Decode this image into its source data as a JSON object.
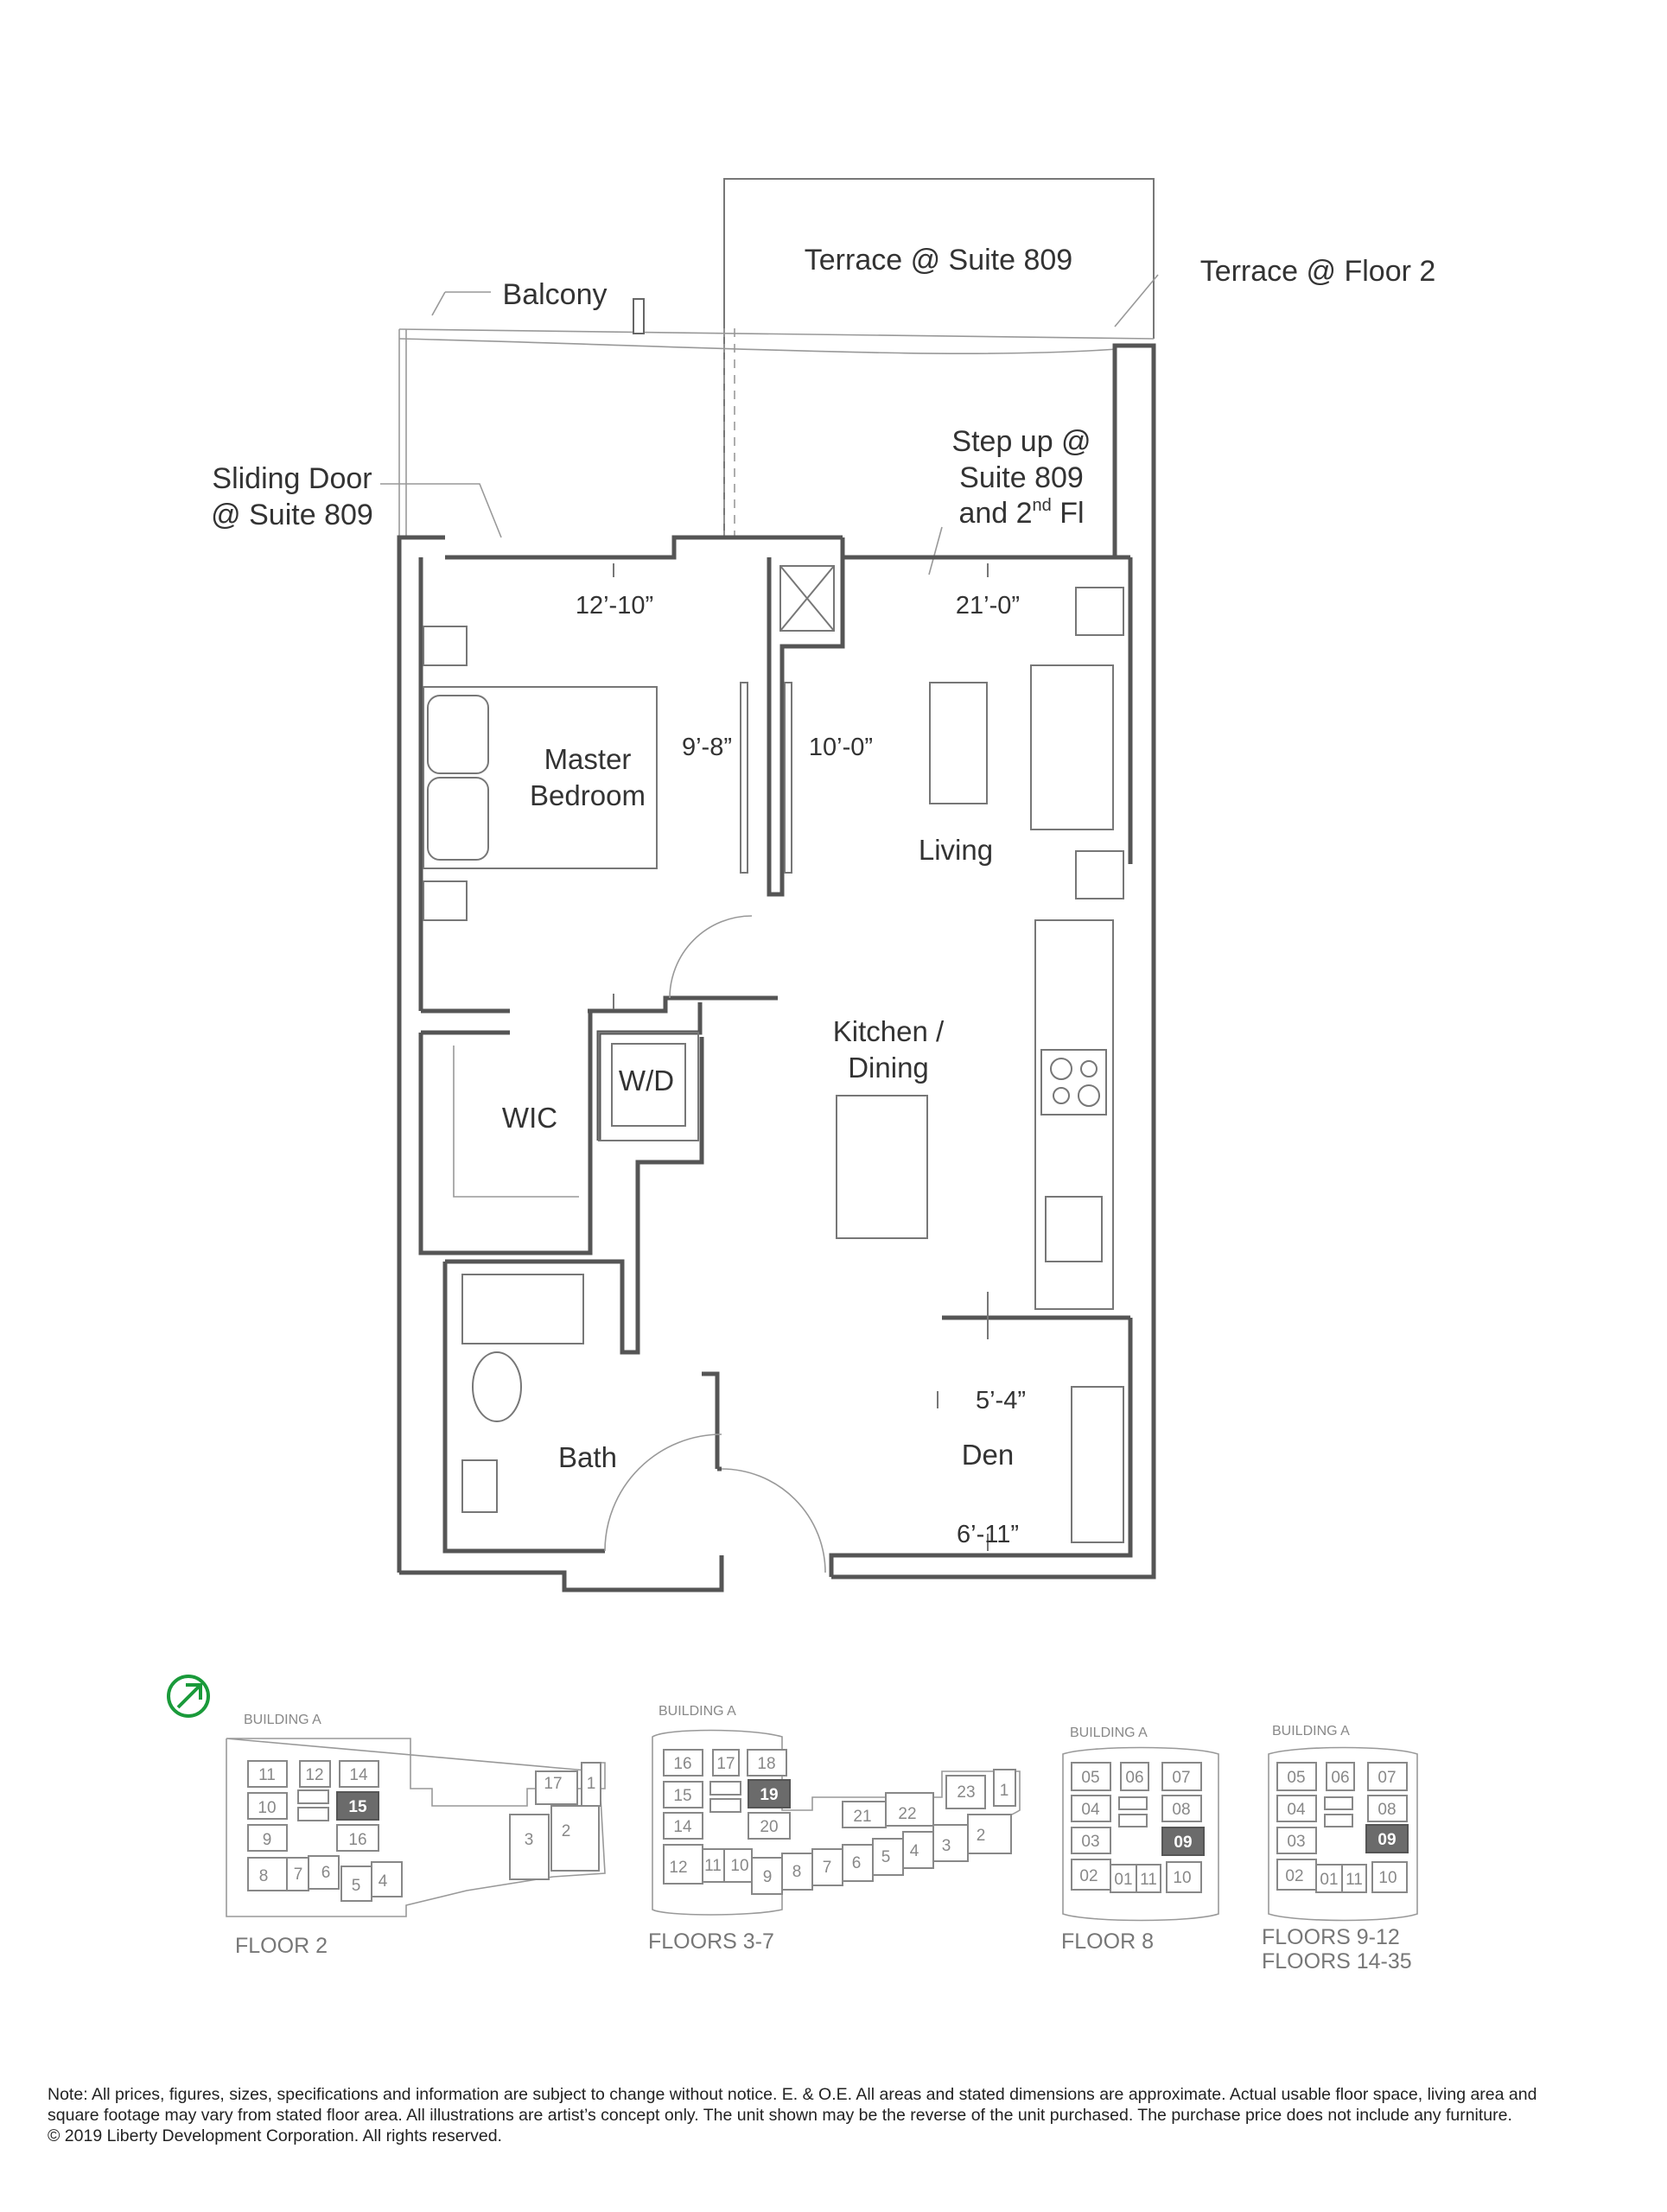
{
  "plan": {
    "rooms": {
      "master_bedroom_line1": "Master",
      "master_bedroom_line2": "Bedroom",
      "living": "Living",
      "kitchen_line1": "Kitchen /",
      "kitchen_line2": "Dining",
      "wic": "WIC",
      "wd": "W/D",
      "bath": "Bath",
      "den": "Den"
    },
    "dimensions": {
      "bedroom_width": "12’-10”",
      "bedroom_depth": "9’-8”",
      "living_depth": "10’-0”",
      "living_width": "21’-0”",
      "den_width": "5’-4”",
      "den_depth": "6’-11”"
    },
    "callouts": {
      "terrace_suite": "Terrace @ Suite 809",
      "terrace_floor": "Terrace @ Floor 2",
      "balcony": "Balcony",
      "sliding_door_line1": "Sliding Door",
      "sliding_door_line2": "@ Suite 809",
      "step_up_line1": "Step up @",
      "step_up_line2": "Suite 809",
      "step_up_line3_pre": "and 2",
      "step_up_line3_sup": "nd",
      "step_up_line3_post": " Fl"
    }
  },
  "keyplans": [
    {
      "building": "BUILDING A",
      "floor_label": "FLOOR 2",
      "highlight": "15",
      "units": [
        "11",
        "12",
        "14",
        "10",
        "15",
        "9",
        "16",
        "8",
        "7",
        "6",
        "5",
        "4",
        "17",
        "1",
        "3",
        "2"
      ]
    },
    {
      "building": "BUILDING A",
      "floor_label": "FLOORS 3-7",
      "highlight": "19",
      "units": [
        "16",
        "17",
        "18",
        "15",
        "19",
        "14",
        "20",
        "21",
        "22",
        "23",
        "1",
        "12",
        "11",
        "10",
        "9",
        "8",
        "7",
        "6",
        "5",
        "4",
        "3",
        "2"
      ]
    },
    {
      "building": "BUILDING A",
      "floor_label": "FLOOR 8",
      "highlight": "09",
      "units": [
        "05",
        "06",
        "07",
        "04",
        "08",
        "03",
        "09",
        "02",
        "01",
        "11",
        "10"
      ]
    },
    {
      "building": "BUILDING A",
      "floor_label_line1": "FLOORS 9-12",
      "floor_label_line2": "FLOORS 14-35",
      "highlight": "09",
      "units": [
        "05",
        "06",
        "07",
        "04",
        "08",
        "03",
        "09",
        "02",
        "01",
        "11",
        "10"
      ]
    }
  ],
  "note": {
    "line1": "Note: All prices, figures, sizes, specifications and information are subject to change without notice. E. & O.E. All areas and stated dimensions are approximate. Actual usable floor space, living area and",
    "line2": "square footage may vary from stated floor area. All illustrations are artist’s concept only. The unit shown may be the reverse of the unit purchased. The purchase price does not include any furniture.",
    "line3": "© 2019 Liberty Development Corporation. All rights reserved."
  },
  "colors": {
    "wall": "#555555",
    "highlight_unit": "#6b6b6b",
    "north_arrow": "#1a9a3a"
  },
  "icons": {
    "north_arrow": "north-arrow-icon"
  }
}
